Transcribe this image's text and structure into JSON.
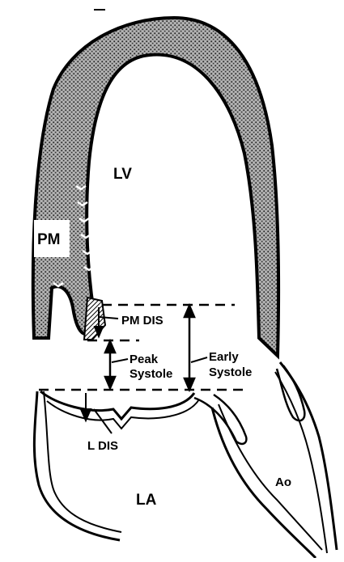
{
  "labels": {
    "lv": "LV",
    "pm": "PM",
    "pm_dis": "PM DIS",
    "peak_line1": "Peak",
    "peak_line2": "Systole",
    "early_line1": "Early",
    "early_line2": "Systole",
    "l_dis": "L DIS",
    "la": "LA",
    "ao": "Ao"
  },
  "colors": {
    "ink": "#000000",
    "paper": "#ffffff",
    "myocardium_fill": "#8c8c8c"
  }
}
